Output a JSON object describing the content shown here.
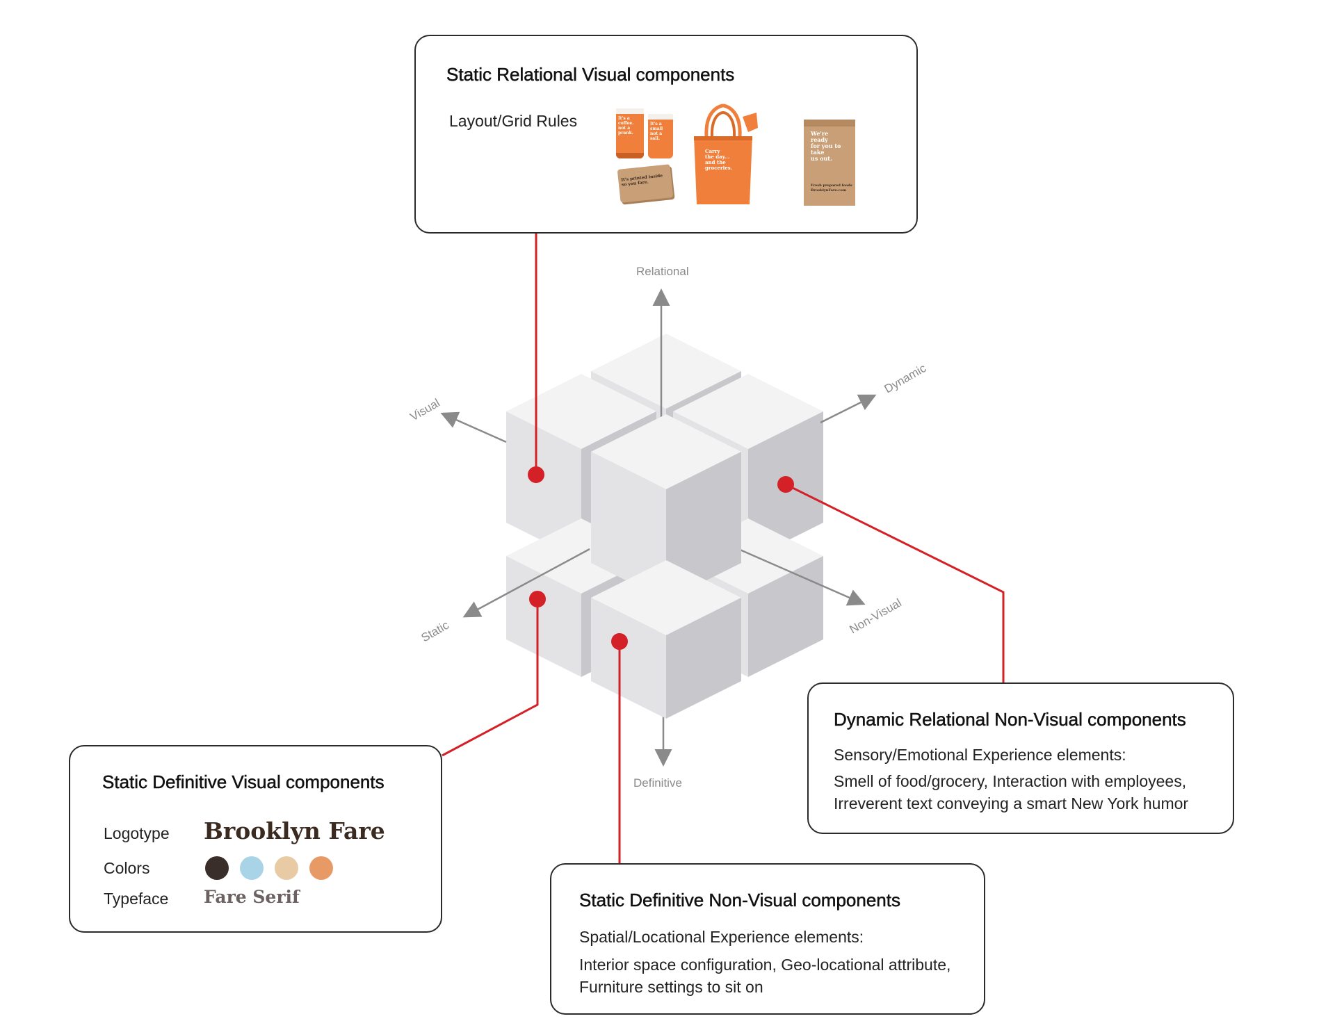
{
  "axes": {
    "relational": "Relational",
    "dynamic": "Dynamic",
    "visual": "Visual",
    "static": "Static",
    "non_visual": "Non-Visual",
    "definitive": "Definitive"
  },
  "cards": {
    "static_relational_visual": {
      "title": "Static Relational Visual components",
      "row_label": "Layout/Grid Rules",
      "mockups": {
        "cup_1": "It's a\ncoffee.\nnot a\nprank.",
        "cup_2": "It's a\nsmall\nnot a\nsail.",
        "card": "It's printed inside\nso you fare.",
        "tote": "Carry\nthe day...\nand the\ngroceries.",
        "bag": "We're\nready\nfor you to\ntake\nus out.",
        "bag_footer": "Fresh prepared foods\nBrooklynFare.com"
      }
    },
    "static_definitive_visual": {
      "title": "Static Definitive Visual components",
      "logotype_label": "Logotype",
      "logotype_value": "Brooklyn Fare",
      "colors_label": "Colors",
      "typeface_label": "Typeface",
      "typeface_value": "Fare Serif",
      "colors": [
        "#3a2e2a",
        "#a9d4e8",
        "#e8cba4",
        "#e89a66"
      ]
    },
    "dynamic_relational_nonvisual": {
      "title": "Dynamic Relational Non-Visual components",
      "subtitle": "Sensory/Emotional Experience elements:",
      "line1": "Smell of food/grocery, Interaction with employees,",
      "line2": "Irreverent text conveying a smart New York humor"
    },
    "static_definitive_nonvisual": {
      "title": "Static Definitive Non-Visual components",
      "subtitle": "Spatial/Locational Experience elements:",
      "line1": "Interior space configuration, Geo-locational attribute,",
      "line2": "Furniture settings to sit on"
    }
  },
  "colors": {
    "connector_red": "#d42027",
    "axis_gray": "#8a8a8a",
    "cube_top": "#f3f3f4",
    "cube_left": "#e3e3e5",
    "cube_right": "#c7c7cc",
    "brand_orange": "#ef7f3a",
    "kraft": "#c89f76"
  }
}
